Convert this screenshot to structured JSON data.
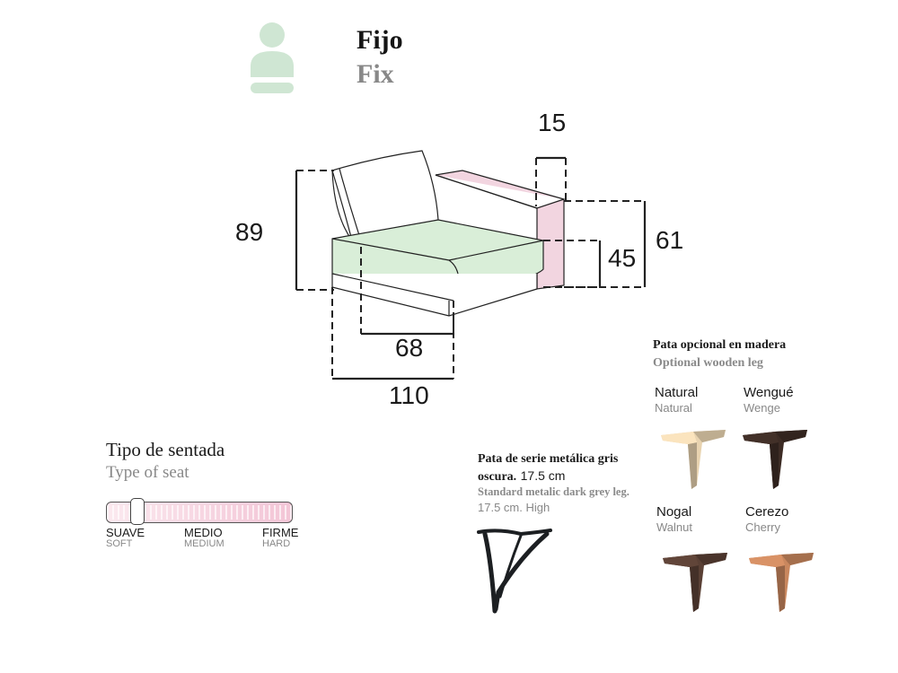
{
  "header": {
    "title_es": "Fijo",
    "title_en": "Fix",
    "icon": "person-icon",
    "icon_color": "#cfe6d3"
  },
  "dimensions": {
    "height_total": "89",
    "arm_width": "15",
    "arm_height": "61",
    "seat_height": "45",
    "seat_depth": "68",
    "total_depth": "110"
  },
  "colors": {
    "seat": "#d9eed8",
    "arm": "#f2d5e0",
    "lines": "#222222"
  },
  "seat_type": {
    "title_es": "Tipo de sentada",
    "title_en": "Type of seat",
    "level": 0.13,
    "labels": [
      {
        "es": "SUAVE",
        "en": "SOFT"
      },
      {
        "es": "MEDIO",
        "en": "MEDIUM"
      },
      {
        "es": "FIRME",
        "en": "HARD"
      }
    ]
  },
  "standard_leg": {
    "title_bold_1": "Pata de serie metálica gris",
    "title_bold_2": "oscura.",
    "size": "17.5 cm",
    "en_line": "Standard metalic dark grey leg.",
    "en_size": "17.5 cm. High"
  },
  "wooden_leg": {
    "title_es": "Pata opcional en madera",
    "title_en": "Optional wooden leg",
    "finishes": [
      {
        "es": "Natural",
        "en": "Natural",
        "color": "#e8d3b0"
      },
      {
        "es": "Wengué",
        "en": "Wenge",
        "color": "#3d2c25"
      },
      {
        "es": "Nogal",
        "en": "Walnut",
        "color": "#5a4035"
      },
      {
        "es": "Cerezo",
        "en": "Cherry",
        "color": "#c9875e"
      }
    ]
  }
}
